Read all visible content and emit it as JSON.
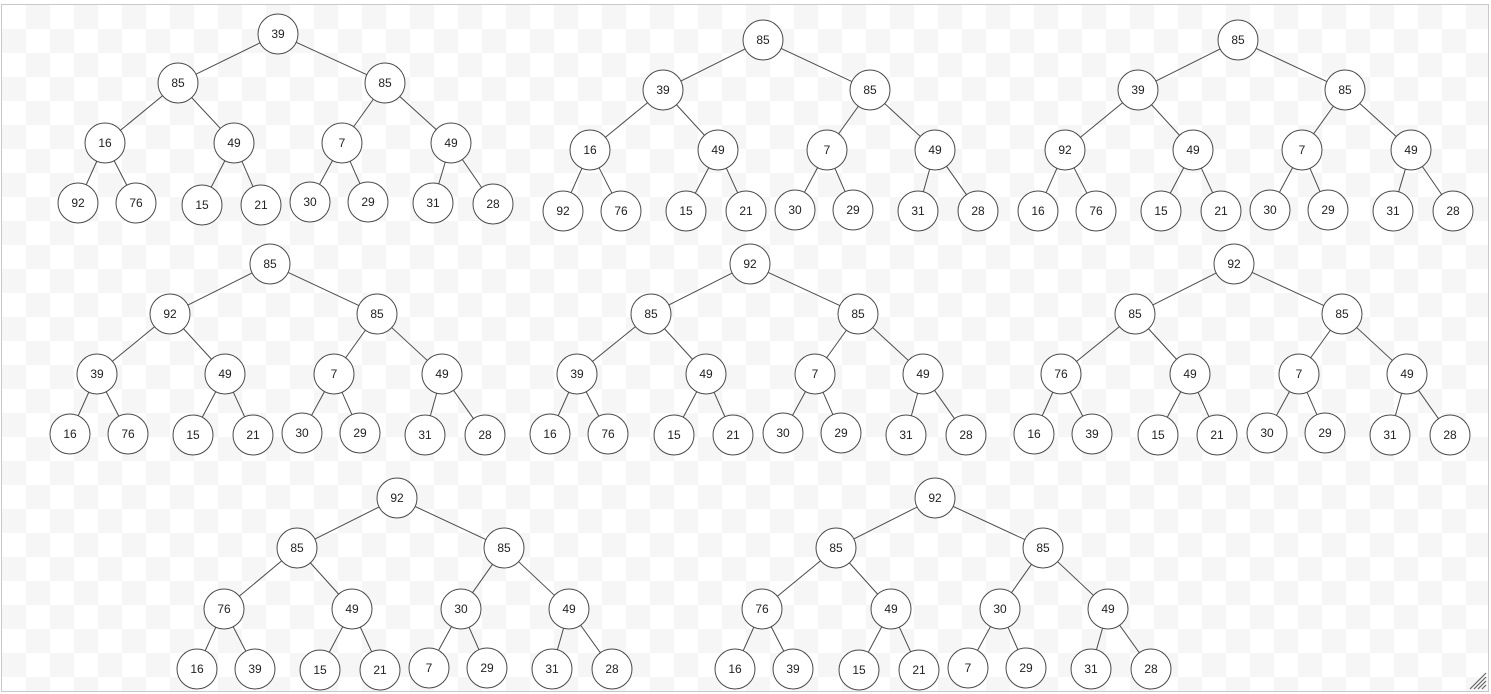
{
  "trees": [
    {
      "nodes": [
        "39",
        "85",
        "85",
        "16",
        "49",
        "7",
        "49",
        "92",
        "76",
        "15",
        "21",
        "30",
        "29",
        "31",
        "28"
      ]
    },
    {
      "nodes": [
        "85",
        "39",
        "85",
        "16",
        "49",
        "7",
        "49",
        "92",
        "76",
        "15",
        "21",
        "30",
        "29",
        "31",
        "28"
      ]
    },
    {
      "nodes": [
        "85",
        "39",
        "85",
        "92",
        "49",
        "7",
        "49",
        "16",
        "76",
        "15",
        "21",
        "30",
        "29",
        "31",
        "28"
      ]
    },
    {
      "nodes": [
        "85",
        "92",
        "85",
        "39",
        "49",
        "7",
        "49",
        "16",
        "76",
        "15",
        "21",
        "30",
        "29",
        "31",
        "28"
      ]
    },
    {
      "nodes": [
        "92",
        "85",
        "85",
        "39",
        "49",
        "7",
        "49",
        "16",
        "76",
        "15",
        "21",
        "30",
        "29",
        "31",
        "28"
      ]
    },
    {
      "nodes": [
        "92",
        "85",
        "85",
        "76",
        "49",
        "7",
        "49",
        "16",
        "39",
        "15",
        "21",
        "30",
        "29",
        "31",
        "28"
      ]
    },
    {
      "nodes": [
        "92",
        "85",
        "85",
        "76",
        "49",
        "30",
        "49",
        "16",
        "39",
        "15",
        "21",
        "7",
        "29",
        "31",
        "28"
      ]
    },
    {
      "nodes": [
        "92",
        "85",
        "85",
        "76",
        "49",
        "30",
        "49",
        "16",
        "39",
        "15",
        "21",
        "7",
        "29",
        "31",
        "28"
      ]
    }
  ],
  "icons": {
    "resize_grip": "resize-grip-icon"
  }
}
